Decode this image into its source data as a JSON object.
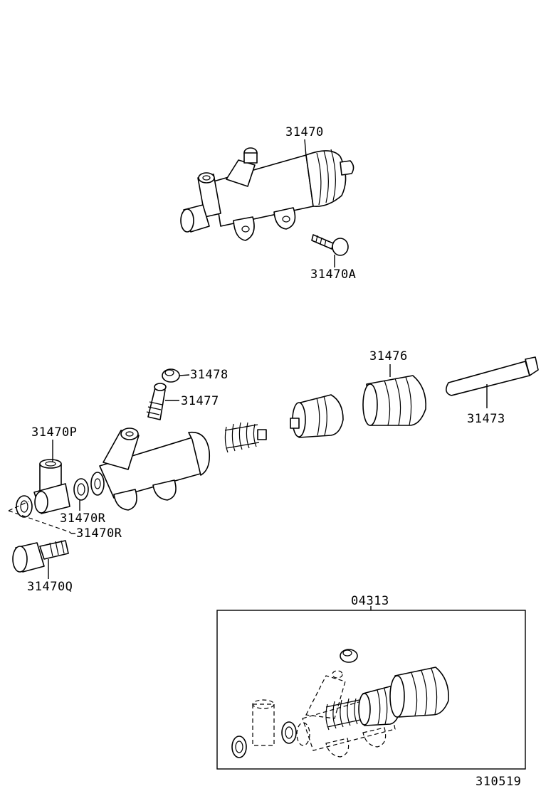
{
  "labels": {
    "assembly": "31470",
    "bolt": "31470A",
    "bleeder_cap": "31478",
    "bleeder_plug": "31477",
    "piston_kit": "31476",
    "push_rod": "31473",
    "union": "31470P",
    "gasket_1": "31470R",
    "gasket_2": "31470R",
    "union_bolt": "31470Q",
    "repair_kit": "04313",
    "diagram_code": "310519"
  },
  "colors": {
    "ink": "#000000",
    "paper": "#ffffff"
  }
}
